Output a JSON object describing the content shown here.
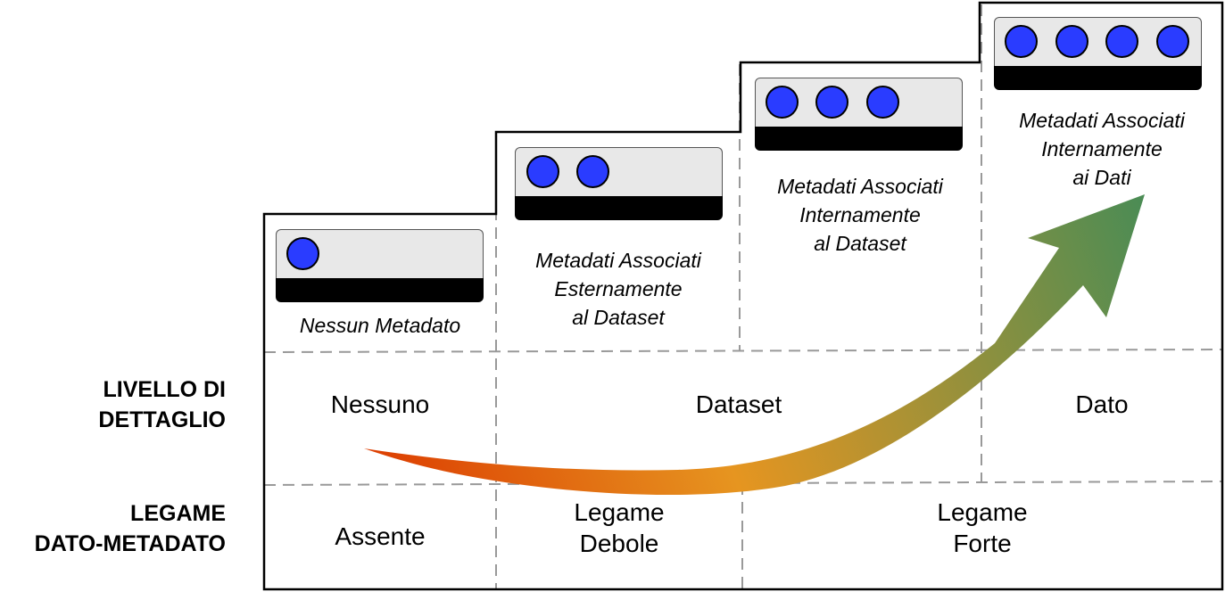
{
  "row_labels": {
    "detail_level": [
      "LIVELLO DI",
      "DETTAGLIO"
    ],
    "binding": [
      "LEGAME",
      "DATO-METADATO"
    ]
  },
  "levels": [
    {
      "caption": [
        "Nessun Metadato"
      ],
      "dots": 1
    },
    {
      "caption": [
        "Metadati Associati",
        "Esternamente",
        "al Dataset"
      ],
      "dots": 2
    },
    {
      "caption": [
        "Metadati Associati",
        "Internamente",
        "al Dataset"
      ],
      "dots": 3
    },
    {
      "caption": [
        "Metadati Associati",
        "Internamente",
        "ai Dati"
      ],
      "dots": 4
    }
  ],
  "detail_cells": [
    "Nessuno",
    "Dataset",
    "Dato"
  ],
  "binding_cells": [
    [
      "Assente"
    ],
    [
      "Legame",
      "Debole"
    ],
    [
      "Legame",
      "Forte"
    ]
  ],
  "colors": {
    "dot_fill": "#2a3cff",
    "db_body": "#e8e8e8",
    "db_base": "#000000",
    "grid_dash": "#999999",
    "outline": "#000000",
    "arrow_start": "#dc3a00",
    "arrow_mid": "#e69520",
    "arrow_end": "#4a8c55"
  },
  "arrow": {
    "meaning": "increasing-metadata-integration"
  }
}
